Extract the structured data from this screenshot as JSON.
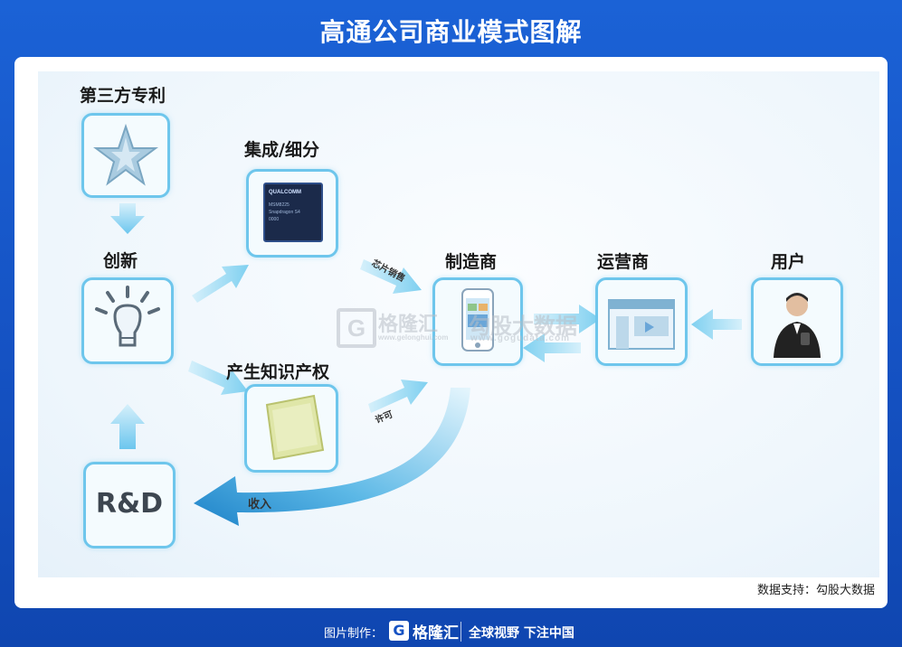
{
  "title": "高通公司商业模式图解",
  "nodes": {
    "third_party_patents": "第三方专利",
    "innovation": "创新",
    "integration": "集成/细分",
    "ip_generation": "产生知识产权",
    "manufacturer": "制造商",
    "operator": "运营商",
    "user": "用户",
    "rd": "R&D"
  },
  "edge_labels": {
    "chip_sales": "芯片销售",
    "license": "许可",
    "revenue": "收入"
  },
  "chip_text": [
    "QUALCOMM",
    "MSM8225",
    "Snapdragon S4",
    "0000"
  ],
  "watermarks": {
    "gelonghui": "格隆汇",
    "gelonghui_url": "www.gelonghui.com",
    "gugu": "勾股大数据",
    "gugu_url": "www.gogudata.com"
  },
  "credit": "数据支持：勾股大数据",
  "footer": {
    "made_by": "图片制作：",
    "logo_letter": "G",
    "brand": "格隆汇",
    "slogan": "全球视野 下注中国"
  },
  "colors": {
    "background": "#1552c3",
    "box_border": "#6ec6ec",
    "arrow": "#7fd0f0"
  }
}
